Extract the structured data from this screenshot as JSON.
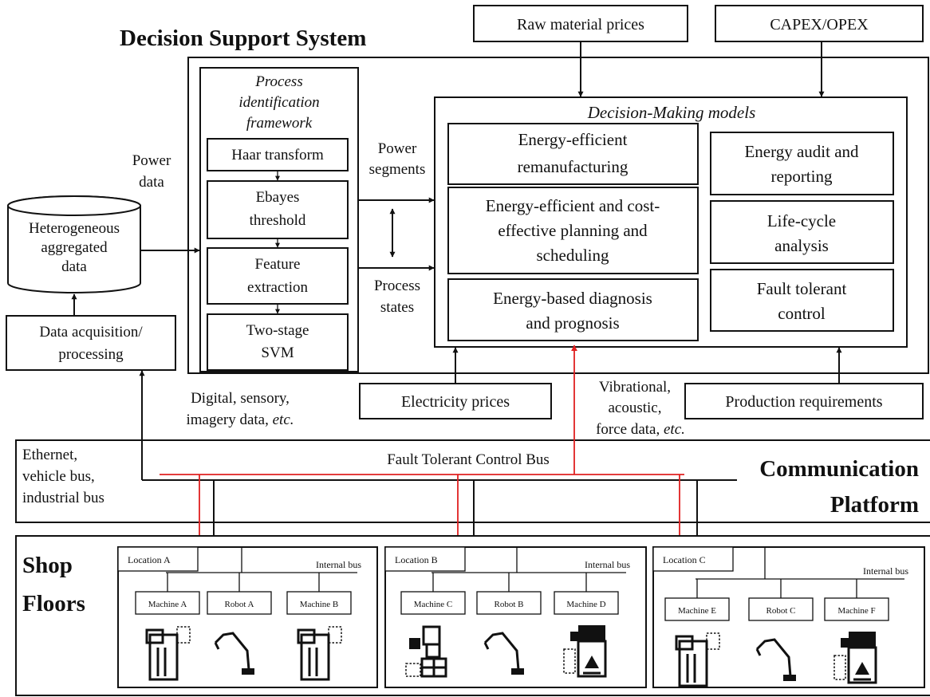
{
  "title_dss": "Decision Support System",
  "inputs": {
    "raw_material": "Raw material prices",
    "capex": "CAPEX/OPEX",
    "electricity": "Electricity prices",
    "production": "Production requirements"
  },
  "left": {
    "db": [
      "Heterogeneous",
      "aggregated",
      "data"
    ],
    "acq": [
      "Data acquisition/",
      "processing"
    ],
    "power_data": [
      "Power",
      "data"
    ],
    "digital": [
      "Digital, sensory,",
      "imagery data, ",
      "etc."
    ]
  },
  "pif": {
    "title": [
      "Process",
      "identification",
      "framework"
    ],
    "steps": [
      [
        "Haar transform"
      ],
      [
        "Ebayes",
        "threshold"
      ],
      [
        "Feature",
        "extraction"
      ],
      [
        "Two-stage",
        "SVM"
      ]
    ]
  },
  "mid": {
    "power_segments": [
      "Power",
      "segments"
    ],
    "process_states": [
      "Process",
      "states"
    ]
  },
  "dm": {
    "title": "Decision-Making models",
    "left": [
      [
        "Energy-efficient",
        "remanufacturing"
      ],
      [
        "Energy-efficient and cost-",
        "effective planning and",
        "scheduling"
      ],
      [
        "Energy-based diagnosis",
        "and prognosis"
      ]
    ],
    "right": [
      [
        "Energy audit and",
        "reporting"
      ],
      [
        "Life-cycle",
        "analysis"
      ],
      [
        "Fault tolerant",
        "control"
      ]
    ]
  },
  "vibrational": [
    "Vibrational,",
    "acoustic,",
    "force data, ",
    "etc."
  ],
  "comm": {
    "bus_types": [
      "Ethernet,",
      "vehicle bus,",
      "industrial bus"
    ],
    "ftc_bus": "Fault Tolerant Control Bus",
    "title": [
      "Communication",
      "Platform"
    ]
  },
  "shop": {
    "title": [
      "Shop",
      "Floors"
    ],
    "internal_bus": "Internal bus",
    "locations": [
      {
        "name": "Location A",
        "devices": [
          "Machine A",
          "Robot A",
          "Machine B"
        ]
      },
      {
        "name": "Location B",
        "devices": [
          "Machine C",
          "Robot B",
          "Machine D"
        ]
      },
      {
        "name": "Location C",
        "devices": [
          "Machine E",
          "Robot C",
          "Machine F"
        ]
      }
    ]
  }
}
